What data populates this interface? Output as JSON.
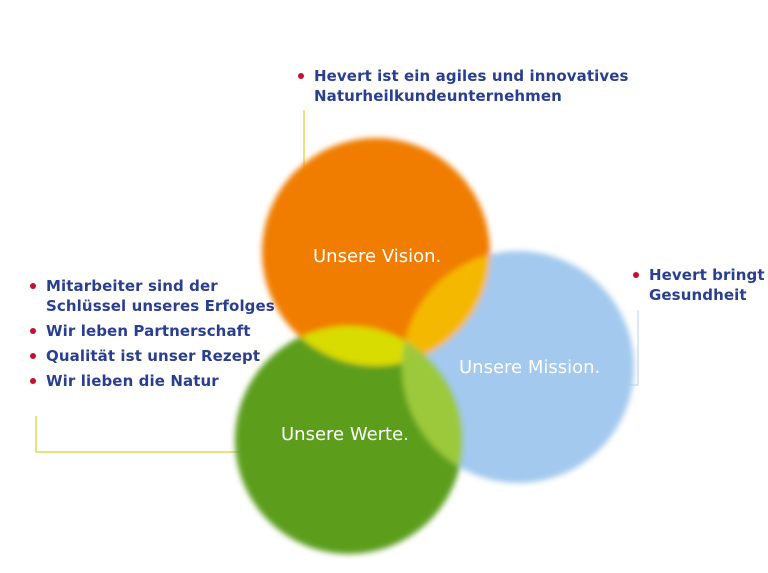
{
  "diagram": {
    "colors": {
      "vision": "#f07d00",
      "mission": "#a3c9ee",
      "werte": "#5b9e1f",
      "overlap_vision_werte": "#d9dc00",
      "overlap_vision_mission": "#f5b800",
      "overlap_mission_werte": "#9cc93a",
      "bullet": "#c8102e",
      "text": "#2a3f8f",
      "connector_vision": "#e8c200",
      "connector_werte": "#c8c800",
      "connector_mission": "#b9d4f0"
    },
    "circles": {
      "vision": {
        "label": "Unsere Vision."
      },
      "mission": {
        "label": "Unsere Mission."
      },
      "werte": {
        "label": "Unsere Werte."
      }
    },
    "notes": {
      "vision": [
        {
          "lines": [
            "Hevert ist ein agiles und innovatives",
            "Naturheilkundeunternehmen"
          ]
        }
      ],
      "mission": [
        {
          "lines": [
            "Hevert bringt",
            "Gesundheit"
          ]
        }
      ],
      "werte": [
        {
          "lines": [
            "Mitarbeiter sind der",
            "Schlüssel unseres Erfolges"
          ]
        },
        {
          "lines": [
            "Wir leben Partnerschaft"
          ]
        },
        {
          "lines": [
            "Qualität ist unser Rezept"
          ]
        },
        {
          "lines": [
            "Wir lieben die Natur"
          ]
        }
      ]
    }
  }
}
